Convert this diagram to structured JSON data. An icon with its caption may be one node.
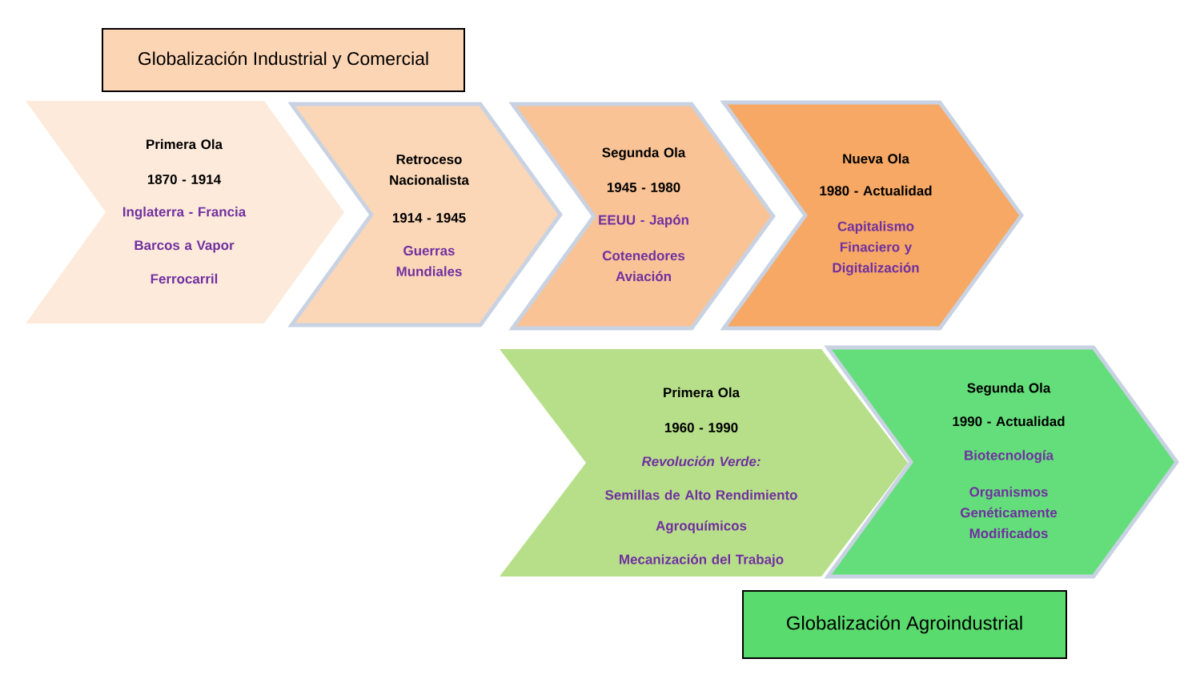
{
  "diagram": {
    "nodes": [
      {
        "text": [
          "Globalización Industrial y Comercial"
        ]
      },
      {
        "text": [
          "Primera Ola",
          "1870 - 1914",
          "Inglaterra - Francia",
          "Barcos a Vapor",
          "Ferrocarril"
        ]
      },
      {
        "text": [
          "Retroceso Nacionalista",
          "1914 - 1945",
          "Guerras Mundiales"
        ]
      },
      {
        "text": [
          "Segunda Ola",
          "1945 - 1980",
          "EEUU - Japón",
          "Cotenedores Aviación"
        ]
      },
      {
        "text": [
          "Nueva Ola",
          "1980 - Actualidad",
          "Capitalismo Finaciero y Digitalización"
        ]
      },
      {
        "text": [
          "Primera Ola",
          "1960 - 1990",
          "Revolución Verde:",
          "Semillas de Alto Rendimiento",
          "Agroquímicos",
          "Mecanización del Trabajo"
        ]
      },
      {
        "text": [
          "Segunda Ola",
          "1990 - Actualidad",
          "Biotecnología",
          "Organismos Genéticamente Modificados"
        ]
      },
      {
        "text": [
          "Globalización Agroindustrial"
        ]
      }
    ]
  }
}
